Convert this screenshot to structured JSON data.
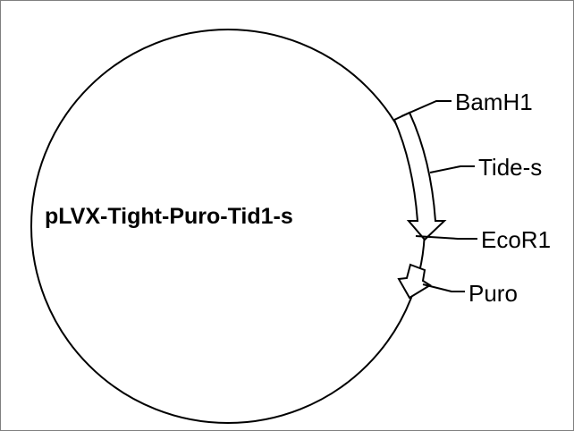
{
  "plasmid": {
    "name": "pLVX-Tight-Puro-Tid1-s"
  },
  "features": {
    "bamh1": "BamH1",
    "tide_s": "Tide-s",
    "ecor1": "EcoR1",
    "puro": "Puro"
  },
  "colors": {
    "line": "#000000",
    "background": "#ffffff",
    "frame": "#808080"
  }
}
